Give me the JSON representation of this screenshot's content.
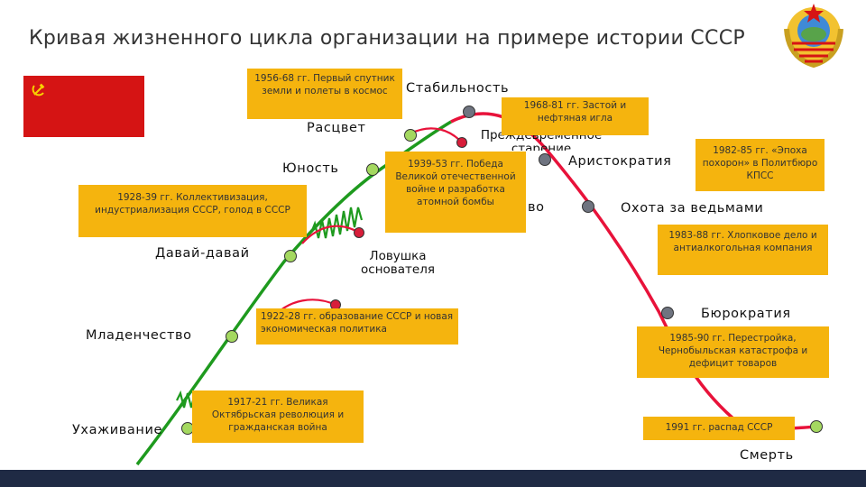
{
  "title": "Кривая жизненного цикла организации на примере истории СССР",
  "colors": {
    "growth": "#1e9a1e",
    "decline": "#e8123a",
    "dot_green": "#a4d860",
    "dot_gray": "#6f7480",
    "dot_red": "#d81d3a",
    "box": "#f5b40e",
    "flag": "#d51414"
  },
  "stages": {
    "courtship": "Ухаживание",
    "infancy": "Младенчество",
    "go_go": "Давай-давай",
    "youth": "Юность",
    "prime": "Расцвет",
    "stability": "Стабильность",
    "aristocracy": "Аристократия",
    "witch_hunt": "Охота за ведьмами",
    "bureaucracy": "Бюрократия",
    "death": "Смерть",
    "founder_trap": "Ловушка основателя",
    "premature_aging": "Преждевременное старение",
    "divorce_partial": "во"
  },
  "events": {
    "e1917": "1917-21 гг. Великая Октябрьская революция и гражданская война",
    "e1922": "1922-28 гг. образование СССР и новая экономическая политика",
    "e1928": "1928-39 гг. Коллективизация, индустриализация СССР, голод в СССР",
    "e1939": "1939-53 гг. Победа Великой отечественной войне и разработка атомной бомбы",
    "e1956": "1956-68 гг. Первый спутник земли и полеты в космос",
    "e1968": "1968-81 гг. Застой и нефтяная игла",
    "e1982": "1982-85 гг. «Эпоха похорон» в Политбюро КПСС",
    "e1983": "1983-88 гг. Хлопковое дело и антиалкогольная компания",
    "e1985": "1985-90 гг. Перестройка, Чернобыльская катастрофа и дефицит товаров",
    "e1991": "1991 гг. распад СССР"
  }
}
